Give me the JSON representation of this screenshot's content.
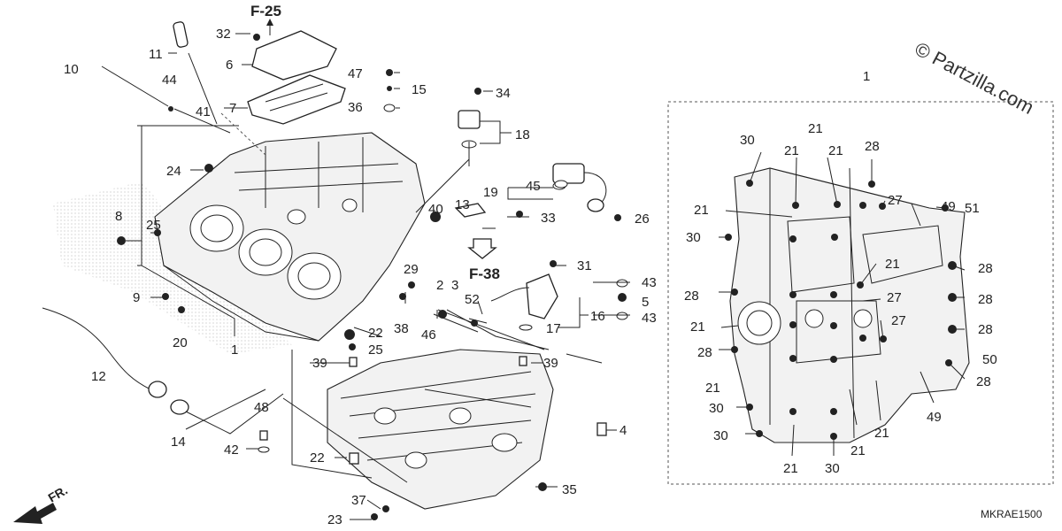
{
  "watermark": "© Partzilla.com",
  "diagram_code": "MKRAE1500",
  "front_arrow_label": "FR.",
  "refs": {
    "f25": "F-25",
    "f38": "F-38"
  },
  "inset_title": "1",
  "labels": {
    "l1_main": "1",
    "l2": "2",
    "l3": "3",
    "l4": "4",
    "l5": "5",
    "l6": "6",
    "l7": "7",
    "l8": "8",
    "l9": "9",
    "l10": "10",
    "l11": "11",
    "l12": "12",
    "l13": "13",
    "l14": "14",
    "l15": "15",
    "l16": "16",
    "l17": "17",
    "l18": "18",
    "l19": "19",
    "l20": "20",
    "l22a": "22",
    "l22b": "22",
    "l23": "23",
    "l24": "24",
    "l25a": "25",
    "l25b": "25",
    "l26": "26",
    "l29": "29",
    "l31": "31",
    "l32": "32",
    "l33": "33",
    "l34": "34",
    "l35": "35",
    "l36": "36",
    "l37": "37",
    "l38": "38",
    "l39a": "39",
    "l39b": "39",
    "l40": "40",
    "l41": "41",
    "l42": "42",
    "l43a": "43",
    "l43b": "43",
    "l44": "44",
    "l45": "45",
    "l46": "46",
    "l47": "47",
    "l48": "48",
    "l52": "52"
  },
  "inset_labels": {
    "i30a": "30",
    "i21a": "21",
    "i21b": "21",
    "i28a": "28",
    "i21c": "21",
    "i27a": "27",
    "i49a": "49",
    "i30b": "30",
    "i51": "51",
    "i21d": "21",
    "i28b": "28",
    "i28c": "28",
    "i27b": "27",
    "i28d": "28",
    "i21e": "21",
    "i27c": "27",
    "i28e": "28",
    "i28f": "28",
    "i50": "50",
    "i28g": "28",
    "i21f": "21",
    "i30c": "30",
    "i49b": "49",
    "i21g": "21",
    "i30d": "30",
    "i21h": "21",
    "i21i": "21",
    "i30e": "30"
  }
}
